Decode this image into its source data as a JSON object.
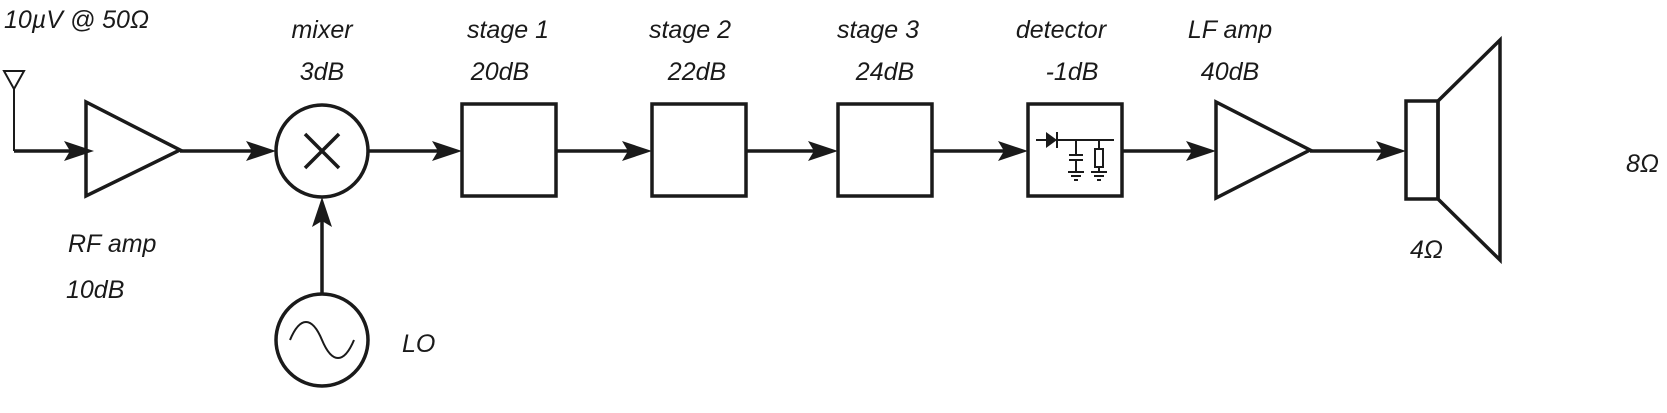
{
  "input": {
    "signal": "10µV @ 50Ω"
  },
  "rf_amp": {
    "name": "RF amp",
    "gain": "10dB"
  },
  "mixer": {
    "name": "mixer",
    "gain": "3dB"
  },
  "lo": {
    "name": "LO"
  },
  "stages": [
    {
      "name": "stage 1",
      "gain": "20dB"
    },
    {
      "name": "stage 2",
      "gain": "22dB"
    },
    {
      "name": "stage 3",
      "gain": "24dB"
    }
  ],
  "detector": {
    "name": "detector",
    "gain": "-1dB"
  },
  "lf_amp": {
    "name": "LF amp",
    "gain": "40dB"
  },
  "speaker": {
    "impedance_low": "4Ω",
    "impedance_high": "8Ω"
  },
  "colors": {
    "line": "#1a1a1a",
    "background": "#ffffff"
  }
}
